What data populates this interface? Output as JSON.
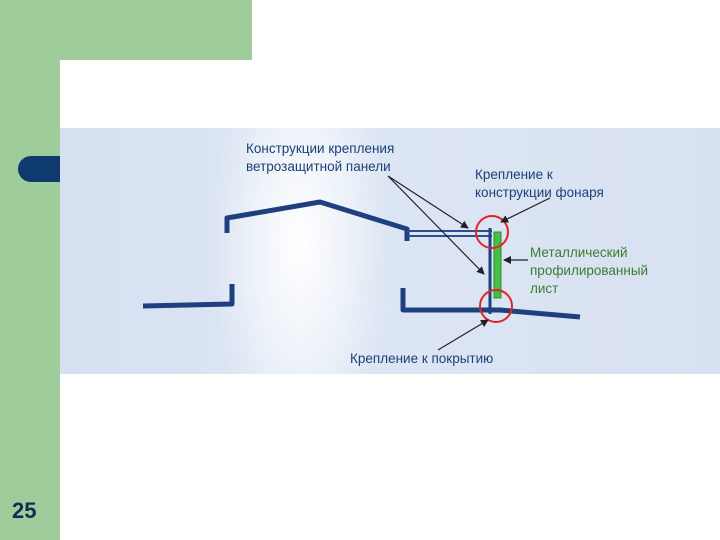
{
  "slide": {
    "number": "25"
  },
  "diagram": {
    "label_panel_mount": "Конструкции крепления\nветрозащитной панели",
    "label_lantern_mount": "Крепление к\nконструкции фонаря",
    "label_sheet": "Металлический\nпрофилированный\nлист",
    "label_roof_mount": "Крепление к покрытию",
    "colors": {
      "roof_line": "#1f3f7f",
      "sheet": "#44c044",
      "circle": "#e0242a",
      "label_blue": "#1c3f7a",
      "label_green": "#3b7d34"
    }
  }
}
